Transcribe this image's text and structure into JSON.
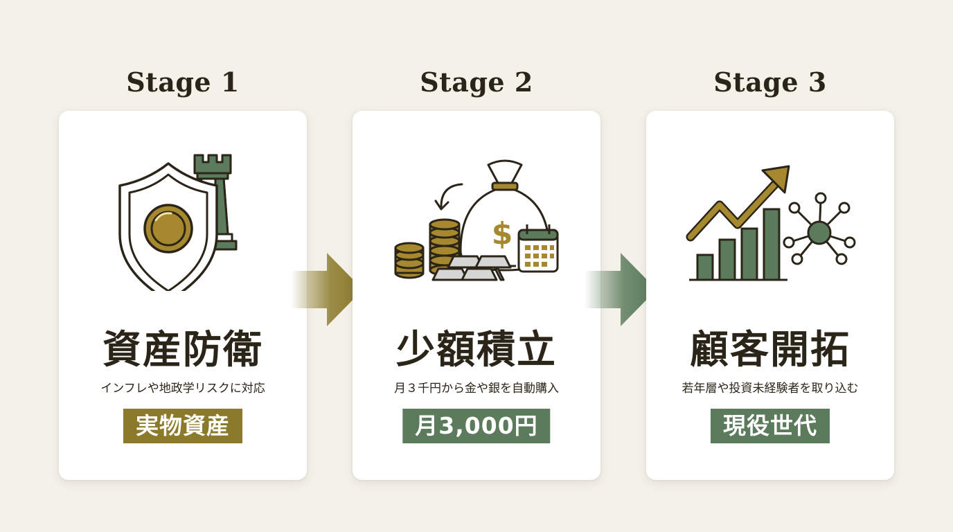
{
  "colors": {
    "background": "#f4f1e9",
    "gold": "#8b7a2b",
    "green": "#5b7b5c",
    "dark": "#2b2418"
  },
  "stages": [
    {
      "label": "Stage 1",
      "icon": "shield-coin-rook-icon",
      "heading": "資産防衛",
      "description": "インフレや地政学リスクに対応",
      "badge": "実物資産",
      "badge_color": "#8b7a2b"
    },
    {
      "label": "Stage 2",
      "icon": "money-bag-coins-calendar-icon",
      "heading": "少額積立",
      "description": "月３千円から金や銀を自動購入",
      "badge": "月3,000円",
      "badge_color": "#5b7b5c"
    },
    {
      "label": "Stage 3",
      "icon": "growth-chart-network-icon",
      "heading": "顧客開拓",
      "description": "若年層や投資未経験者を取り込む",
      "badge": "現役世代",
      "badge_color": "#5b7b5c"
    }
  ]
}
